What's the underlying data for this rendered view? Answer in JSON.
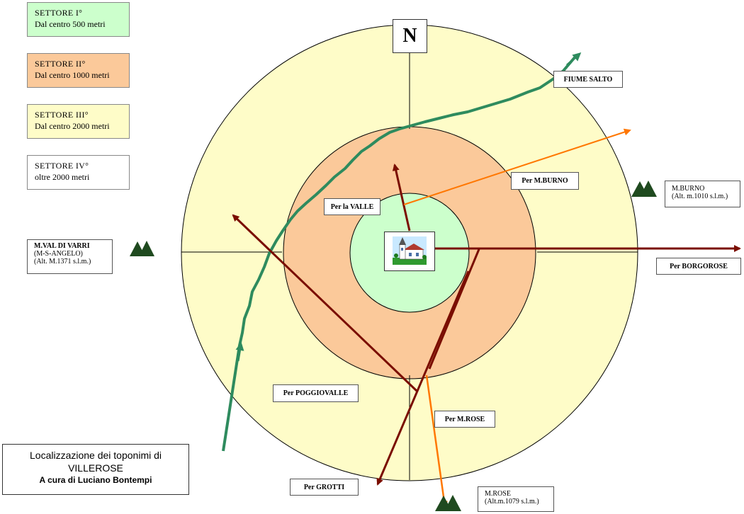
{
  "north_label": "N",
  "legend": [
    {
      "title": "SETTORE   I°",
      "subtitle": "Dal centro 500 metri",
      "color": "#ccffcc"
    },
    {
      "title": "SETTORE   II°",
      "subtitle": "Dal centro 1000 metri",
      "color": "#fbc99a"
    },
    {
      "title": "SETTORE   III°",
      "subtitle": "Dal centro 2000 metri",
      "color": "#fefcc8"
    },
    {
      "title": "SETTORE   IV°",
      "subtitle": " oltre 2000 metri",
      "color": "#ffffff"
    }
  ],
  "labels": {
    "fiume_salto": "FIUME SALTO",
    "per_mburno": "Per M.BURNO",
    "per_la_valle": "Per la VALLE",
    "per_borgorose": "Per BORGOROSE",
    "per_poggiovalle": "Per POGGIOVALLE",
    "per_mrose": "Per M.ROSE",
    "per_grotti": "Per GROTTI"
  },
  "mountains": {
    "val_di_varri": {
      "line1": "M.VAL DI VARRI",
      "line2": "(M-S-ANGELO)",
      "line3": "(Alt. M.1371 s.l.m.)"
    },
    "burno": {
      "line1": "M.BURNO",
      "line2": "(Alt. m.1010 s.l.m.)"
    },
    "rose": {
      "line1": "M.ROSE",
      "line2": "(Alt.m.1079 s.l.m.)"
    }
  },
  "title": {
    "line1": "Localizzazione dei toponimi di",
    "line2": "VILLEROSE",
    "line3": "A cura di Luciano Bontempi"
  },
  "colors": {
    "river": "#2e8b5e",
    "road_main": "#7a0d00",
    "road_secondary": "#ff7700",
    "mountain": "#1f4a1f"
  }
}
